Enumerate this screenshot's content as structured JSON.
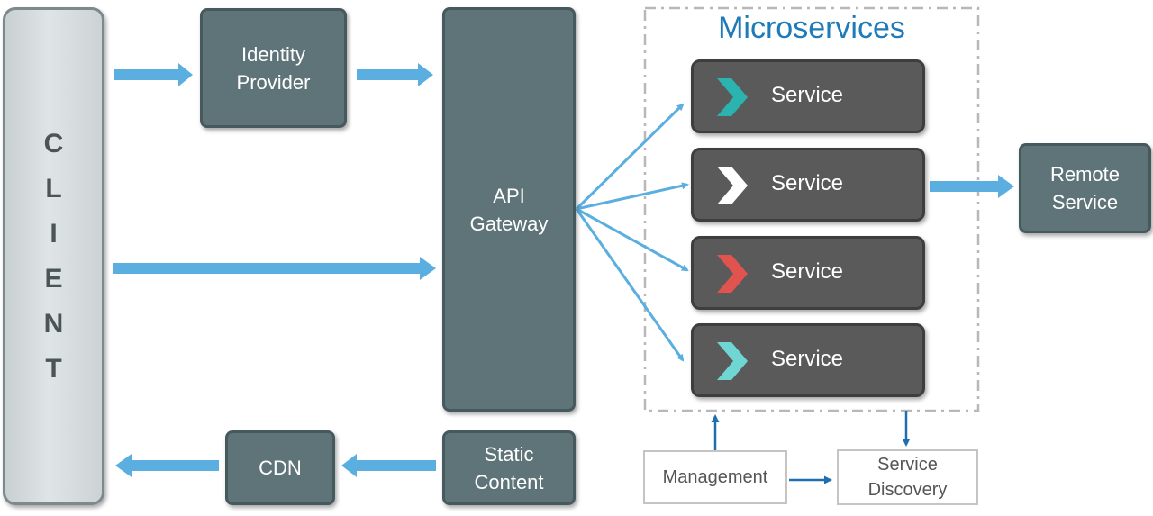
{
  "client": {
    "letters": [
      "C",
      "L",
      "I",
      "E",
      "N",
      "T"
    ]
  },
  "identity_provider": {
    "line1": "Identity",
    "line2": "Provider"
  },
  "api_gateway": {
    "line1": "API",
    "line2": "Gateway"
  },
  "static_content": {
    "line1": "Static",
    "line2": "Content"
  },
  "cdn": {
    "label": "CDN"
  },
  "microservices": {
    "title": "Microservices",
    "services": [
      {
        "label": "Service",
        "chevron_color": "#2bb3b0"
      },
      {
        "label": "Service",
        "chevron_color": "#ffffff"
      },
      {
        "label": "Service",
        "chevron_color": "#e0534f"
      },
      {
        "label": "Service",
        "chevron_color": "#6fd6d3"
      }
    ]
  },
  "remote_service": {
    "line1": "Remote",
    "line2": "Service"
  },
  "management": {
    "label": "Management"
  },
  "service_discovery": {
    "line1": "Service",
    "line2": "Discovery"
  },
  "colors": {
    "arrow_light": "#5aaee0",
    "arrow_dark": "#1e6fb0",
    "teal_box": "#5e7479",
    "service_box": "#5a5a5a",
    "title_blue": "#1e7ab8"
  }
}
